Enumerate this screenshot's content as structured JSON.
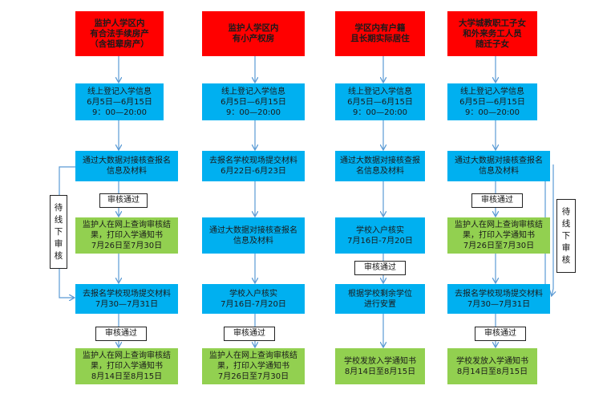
{
  "columns": [
    {
      "header": [
        "监护人学区内",
        "有合法手续房产",
        "（含祖辈房产）"
      ],
      "step1": [
        "线上登记入学信息",
        "6月5日—6月15日",
        "9：00—20:00"
      ],
      "step2": [
        "通过大数据对接核查报名",
        "信息及材料"
      ],
      "pass1": "审核通过",
      "step3": [
        "监护人在网上查询审核结",
        "果，打印入学通知书",
        "7月26日至7月30日"
      ],
      "step4": [
        "去报名学校现场提交材料",
        "7月30—7月31日"
      ],
      "pass2": "审核通过",
      "step5": [
        "监护人在网上查询审核结",
        "果，打印入学通知书",
        "8月14日至8月15日"
      ]
    },
    {
      "header": [
        "监护人学区内",
        "有小产权房"
      ],
      "step1": [
        "线上登记入学信息",
        "6月5日—6月15日",
        "9：00—20:00"
      ],
      "step2": [
        "去报名学校现场提交材料",
        "6月22日-6月23日"
      ],
      "step3": [
        "通过大数据对接核查报名",
        "信息及材料"
      ],
      "step4": [
        "学校入户核实",
        "7月16日-7月20日"
      ],
      "pass2": "审核通过",
      "step5": [
        "监护人在网上查询审核结",
        "果，打印入学通知书",
        "7月26日至7月30日"
      ]
    },
    {
      "header": [
        "学区内有户籍",
        "且长期实际居住"
      ],
      "step1": [
        "线上登记入学信息",
        "6月5日—6月15日",
        "9：00—20:00"
      ],
      "step2": [
        "通过大数据对接核查报",
        "名信息及材料"
      ],
      "step3": [
        "学校入户核实",
        "7月16日-7月20日"
      ],
      "pass1": "审核通过",
      "step4": [
        "根据学校剩余学位",
        "进行安置"
      ],
      "step5": [
        "学校发放入学通知书",
        "8月14日至8月15日"
      ]
    },
    {
      "header": [
        "大学城教职工子女",
        "和外来务工人员",
        "随迁子女"
      ],
      "step1": [
        "线上登记入学信息",
        "6月5日—6月15日",
        "9：00—20:00"
      ],
      "step2": [
        "通过大数据对接核查报名",
        "信息及材料"
      ],
      "pass1": "审核通过",
      "step3": [
        "监护人在网上查询审核结",
        "果，打印入学通知书",
        "7月26日至7月30日"
      ],
      "step4": [
        "去报名学校现场提交材料",
        "7月30—7月31日"
      ],
      "pass2": "审核通过",
      "step5": [
        "学校发放入学通知书",
        "8月14日至8月15日"
      ]
    }
  ],
  "side_label": [
    "待",
    "线",
    "下",
    "审",
    "核"
  ],
  "colors": {
    "red": "#ff0000",
    "blue": "#00b0f0",
    "green": "#92d050",
    "arrow": "#5b9bd5"
  }
}
